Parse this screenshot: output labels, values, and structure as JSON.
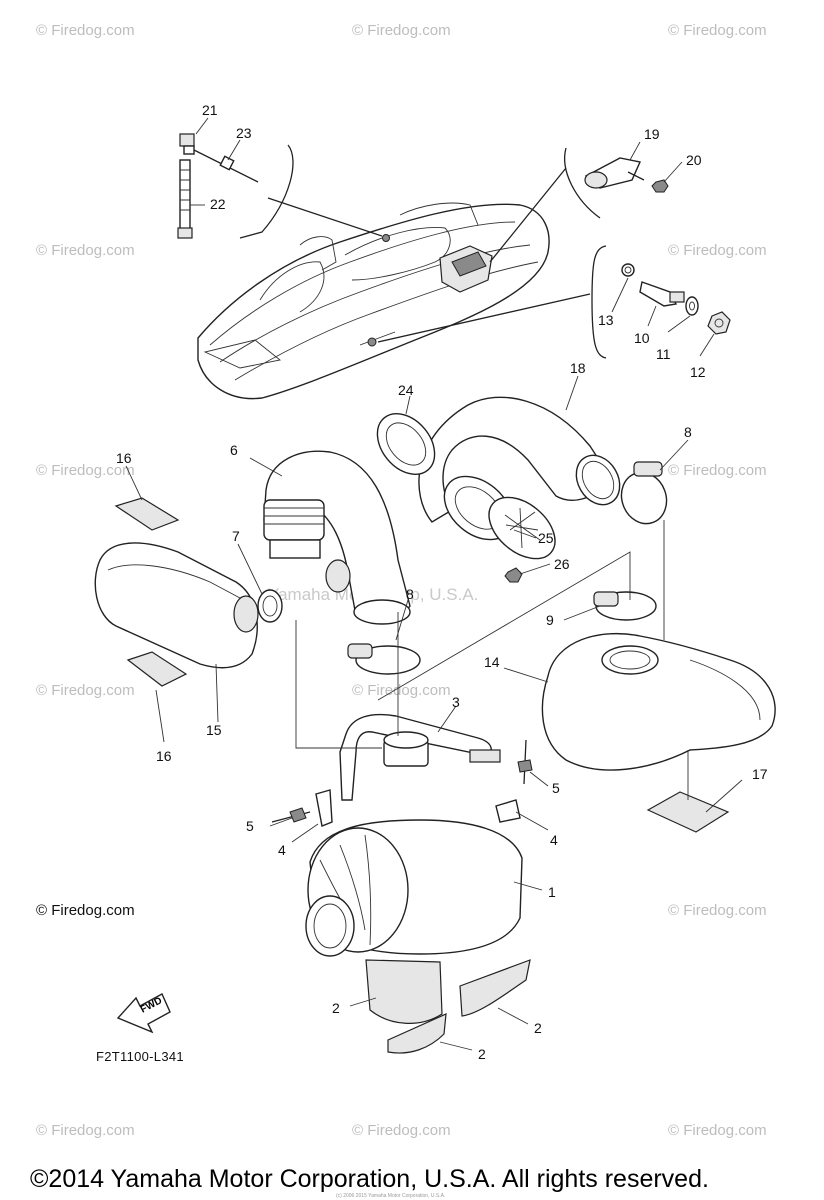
{
  "watermarks": {
    "text": "© Firedog.com",
    "center_text": "Yamaha Motor Corp, U.S.A."
  },
  "credit": "© Firedog.com",
  "diagram_code": "F2T1100-L341",
  "fwd_label": "FWD",
  "footer": "©2014 Yamaha Motor Corporation, U.S.A. All rights reserved.",
  "footer_small": "(c) 2006 2015 Yamaha Motor Corporation, U.S.A.",
  "callouts": {
    "p1": "1",
    "p2a": "2",
    "p2b": "2",
    "p2c": "2",
    "p3": "3",
    "p4a": "4",
    "p4b": "4",
    "p5a": "5",
    "p5b": "5",
    "p6": "6",
    "p7": "7",
    "p8a": "8",
    "p8b": "8",
    "p9": "9",
    "p10": "10",
    "p11": "11",
    "p12": "12",
    "p13": "13",
    "p14": "14",
    "p15": "15",
    "p16a": "16",
    "p16b": "16",
    "p17": "17",
    "p18": "18",
    "p19": "19",
    "p20": "20",
    "p21": "21",
    "p22": "22",
    "p23": "23",
    "p24": "24",
    "p25": "25",
    "p26": "26"
  }
}
